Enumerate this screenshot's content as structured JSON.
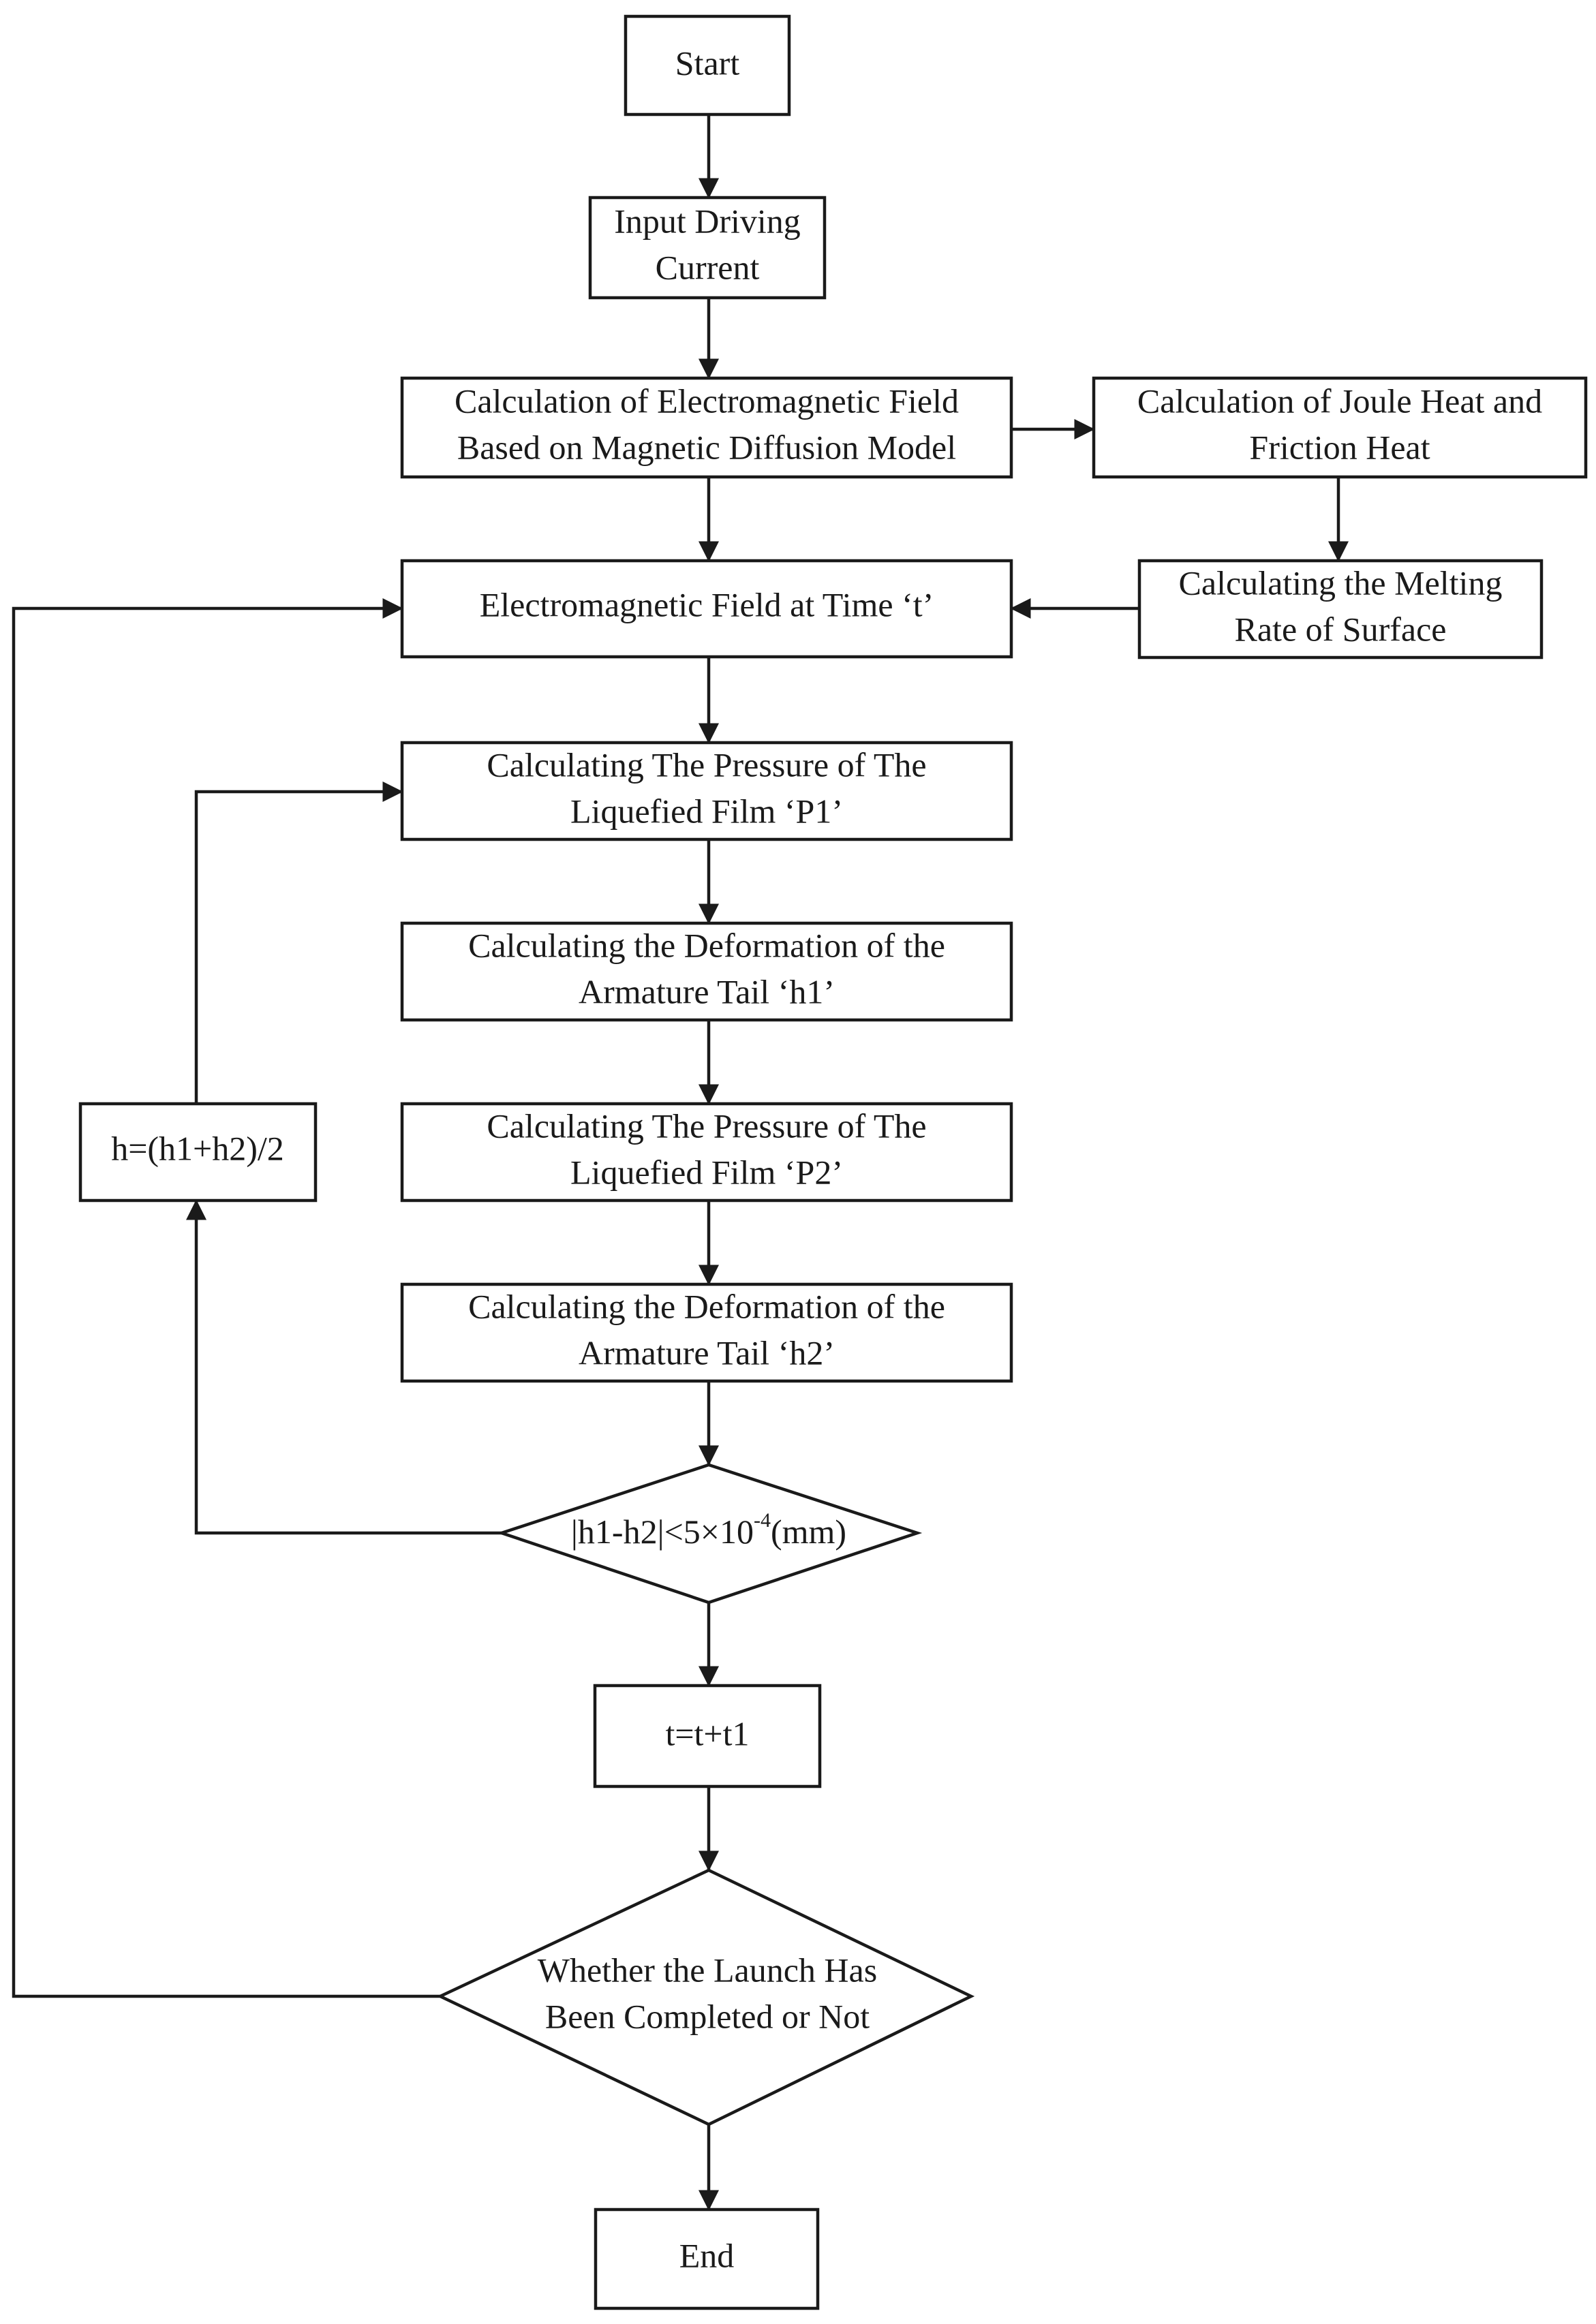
{
  "nodes": {
    "start": "Start",
    "input_current": [
      "Input Driving",
      "Current"
    ],
    "em_field_calc": [
      "Calculation of Electromagnetic Field",
      "Based on Magnetic Diffusion Model"
    ],
    "joule_heat": [
      "Calculation of Joule Heat and",
      "Friction Heat"
    ],
    "melting_rate": [
      "Calculating the Melting",
      "Rate of  Surface"
    ],
    "em_field_t": "Electromagnetic Field at Time ‘t’",
    "pressure_p1": [
      "Calculating The Pressure of The",
      "Liquefied Film ‘P1’"
    ],
    "deform_h1": [
      "Calculating the Deformation of the",
      "Armature Tail ‘h1’"
    ],
    "pressure_p2": [
      "Calculating The Pressure of The",
      "Liquefied Film ‘P2’"
    ],
    "deform_h2": [
      "Calculating the Deformation of the",
      "Armature Tail ‘h2’"
    ],
    "h_average": "h=(h1+h2)/2",
    "convergence_check": {
      "prefix": "|h1-h2|<5×10",
      "exponent": "-4",
      "suffix": "(mm)"
    },
    "time_step": "t=t+t1",
    "launch_check": [
      "Whether the Launch Has",
      "Been Completed or Not"
    ],
    "end": "End"
  }
}
